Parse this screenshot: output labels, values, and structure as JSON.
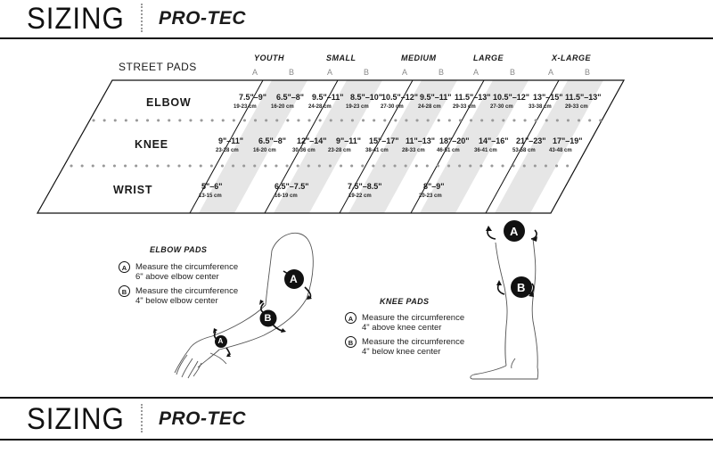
{
  "header": {
    "title": "SIZING",
    "logo": "PRO-TEC"
  },
  "footer": {
    "title": "SIZING",
    "logo": "PRO-TEC"
  },
  "table": {
    "corner_label": "STREET PADS",
    "sizes": [
      {
        "name": "YOUTH",
        "a": "A",
        "b": "B"
      },
      {
        "name": "SMALL",
        "a": "A",
        "b": "B"
      },
      {
        "name": "MEDIUM",
        "a": "A",
        "b": "B"
      },
      {
        "name": "LARGE",
        "a": "A",
        "b": "B"
      },
      {
        "name": "X-LARGE",
        "a": "A",
        "b": "B"
      }
    ],
    "rows": {
      "elbow": {
        "label": "ELBOW",
        "cells": [
          {
            "in": "7.5\"–9\"",
            "cm": "19-23 cm"
          },
          {
            "in": "6.5\"–8\"",
            "cm": "16-20 cm"
          },
          {
            "in": "9.5\"–11\"",
            "cm": "24-28 cm"
          },
          {
            "in": "8.5\"–10\"",
            "cm": "19-23 cm"
          },
          {
            "in": "10.5\"–12\"",
            "cm": "27-30 cm"
          },
          {
            "in": "9.5\"–11\"",
            "cm": "24-28 cm"
          },
          {
            "in": "11.5\"–13\"",
            "cm": "29-33 cm"
          },
          {
            "in": "10.5\"–12\"",
            "cm": "27-30 cm"
          },
          {
            "in": "13\"–15\"",
            "cm": "33-38 cm"
          },
          {
            "in": "11.5\"–13\"",
            "cm": "29-33 cm"
          }
        ]
      },
      "knee": {
        "label": "KNEE",
        "cells": [
          {
            "in": "9\"–11\"",
            "cm": "23-28 cm"
          },
          {
            "in": "6.5\"–8\"",
            "cm": "16-20 cm"
          },
          {
            "in": "12\"–14\"",
            "cm": "30-36 cm"
          },
          {
            "in": "9\"–11\"",
            "cm": "23-28 cm"
          },
          {
            "in": "15\"–17\"",
            "cm": "38-41 cm"
          },
          {
            "in": "11\"–13\"",
            "cm": "28-33 cm"
          },
          {
            "in": "18\"–20\"",
            "cm": "46-51 cm"
          },
          {
            "in": "14\"–16\"",
            "cm": "36-41 cm"
          },
          {
            "in": "21\"–23\"",
            "cm": "53-58 cm"
          },
          {
            "in": "17\"–19\"",
            "cm": "43-48 cm"
          }
        ]
      },
      "wrist": {
        "label": "WRIST",
        "cells": [
          {
            "in": "5\"–6\"",
            "cm": "13-15 cm"
          },
          {
            "in": "6.5\"–7.5\"",
            "cm": "16-19 cm"
          },
          {
            "in": "7.5\"–8.5\"",
            "cm": "19-22 cm"
          },
          {
            "in": "8\"–9\"",
            "cm": "20-23 cm"
          }
        ]
      }
    }
  },
  "elbow_pads": {
    "title": "ELBOW PADS",
    "items": [
      {
        "badge": "A",
        "line1": "Measure the circumference",
        "line2": "6\" above elbow center"
      },
      {
        "badge": "B",
        "line1": "Measure the circumference",
        "line2": "4\" below elbow center"
      }
    ]
  },
  "knee_pads": {
    "title": "KNEE PADS",
    "items": [
      {
        "badge": "A",
        "line1": "Measure the circumference",
        "line2": "4\" above knee center"
      },
      {
        "badge": "B",
        "line1": "Measure the circumference",
        "line2": "4\" below knee center"
      }
    ]
  },
  "diagram_labels": {
    "arm_a_large": "A",
    "arm_b": "B",
    "arm_a_small": "A",
    "leg_a": "A",
    "leg_b": "B"
  }
}
